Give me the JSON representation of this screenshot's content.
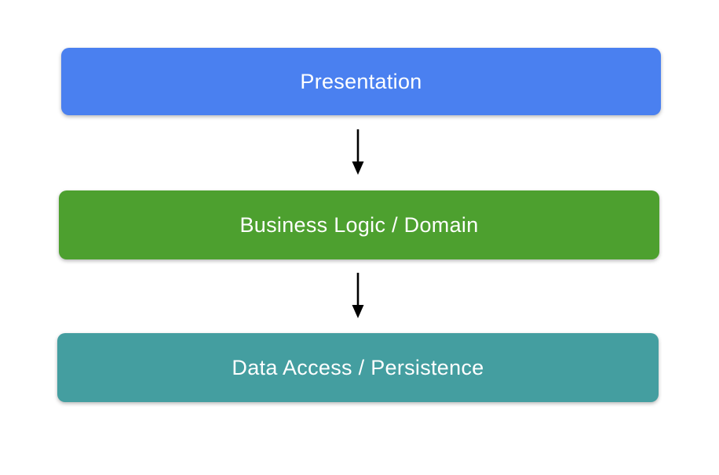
{
  "diagram": {
    "background_color": "#ffffff",
    "arrow_color": "#000000",
    "layers": [
      {
        "id": "presentation",
        "label": "Presentation",
        "fill_color": "#4a80f0",
        "text_color": "#ffffff"
      },
      {
        "id": "business-logic",
        "label": "Business Logic / Domain",
        "fill_color": "#4da02f",
        "text_color": "#ffffff"
      },
      {
        "id": "data-access",
        "label": "Data Access / Persistence",
        "fill_color": "#449ea0",
        "text_color": "#ffffff"
      }
    ],
    "arrows": [
      {
        "from": "presentation",
        "to": "business-logic"
      },
      {
        "from": "business-logic",
        "to": "data-access"
      }
    ]
  }
}
